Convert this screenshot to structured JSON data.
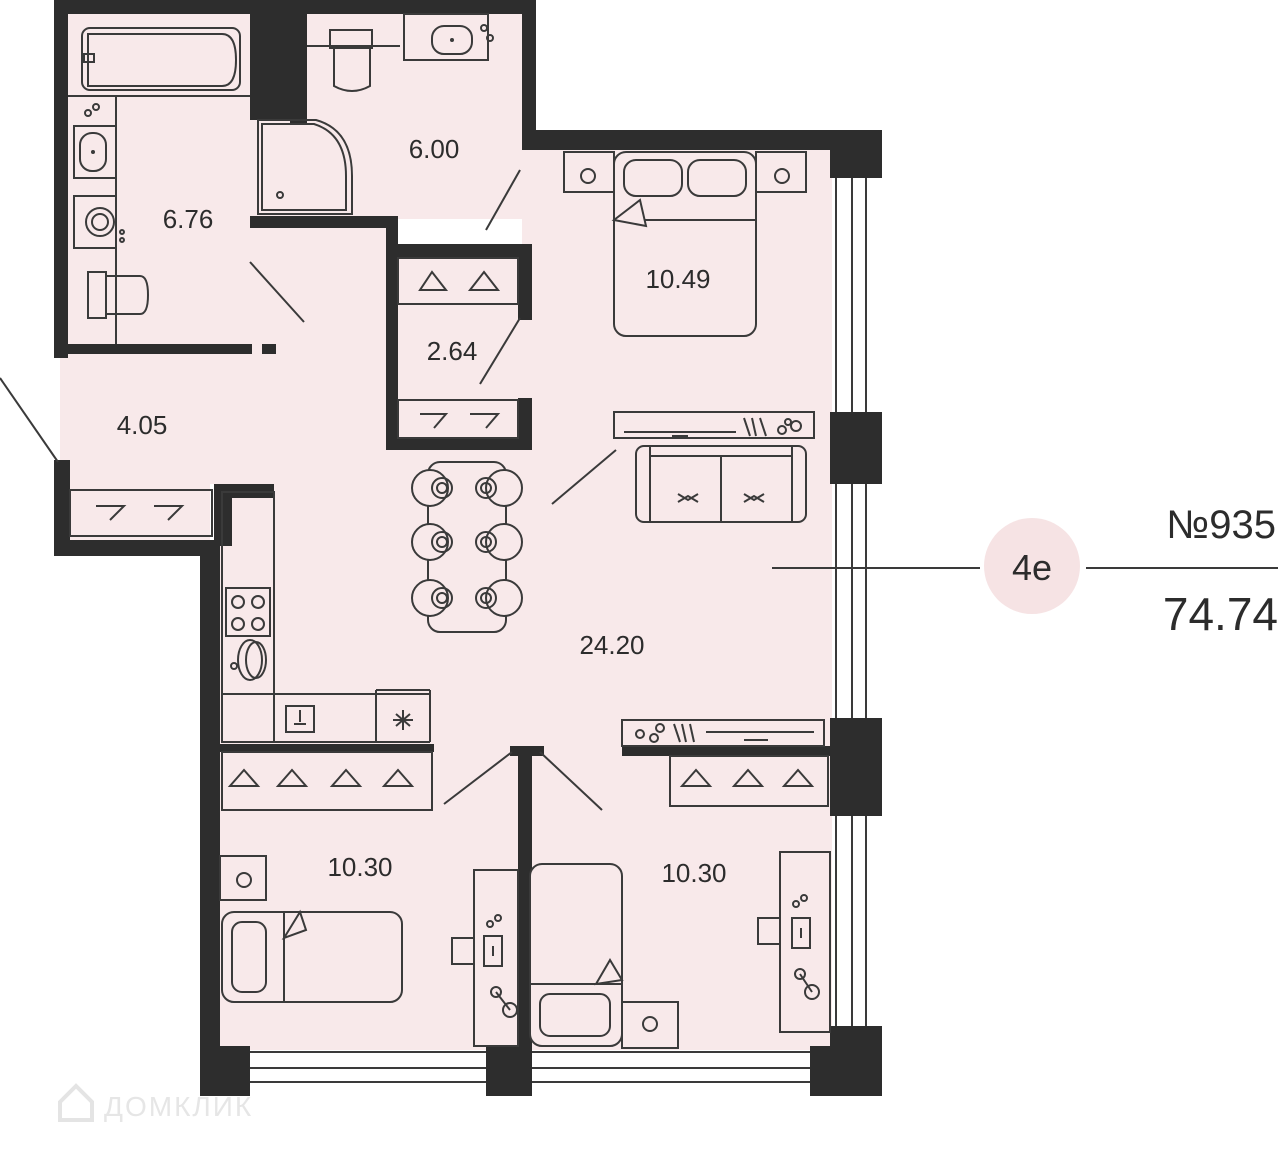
{
  "apartment": {
    "number": "№935",
    "rooms_badge": "4е",
    "total_area": "74.74"
  },
  "rooms": {
    "bathroom_1": "6.76",
    "bathroom_2": "6.00",
    "bedroom_master": "10.49",
    "wardrobe": "2.64",
    "hallway": "4.05",
    "living_kitchen": "24.20",
    "bedroom_left": "10.30",
    "bedroom_right": "10.30"
  },
  "watermark": "ДОМКЛИК",
  "colors": {
    "floor": "#f8e9ea",
    "wall": "#2d2d2d",
    "badge": "#f6e3e4",
    "text": "#2c2c2c"
  }
}
